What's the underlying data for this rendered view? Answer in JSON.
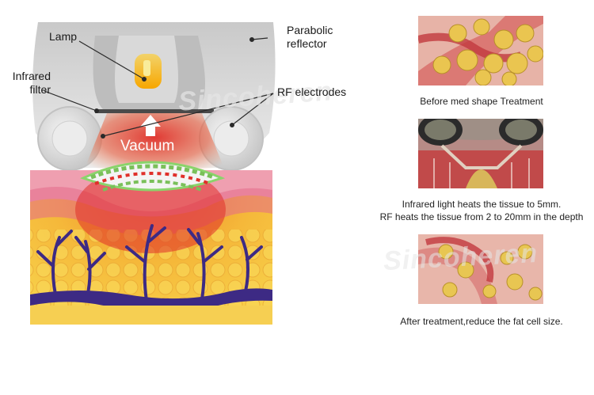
{
  "diagram": {
    "labels": {
      "lamp": "Lamp",
      "parabolic_reflector_line1": "Parabolic",
      "parabolic_reflector_line2": "reflector",
      "infrared_filter_line1": "Infrared",
      "infrared_filter_line2": "filter",
      "rf_electrodes": "RF electrodes",
      "vacuum": "Vacuum"
    },
    "watermark": "Sincoheren"
  },
  "panels": [
    {
      "caption_lines": [
        "Before med shape Treatment"
      ]
    },
    {
      "caption_lines": [
        "Infrared light heats the tissue to 5mm.",
        "RF heats the tissue from 2 to 20mm in the depth"
      ]
    },
    {
      "caption_lines": [
        "After treatment,reduce the fat cell size."
      ]
    }
  ],
  "colors": {
    "device": "#d4d4d4",
    "skin_pink": "#e98da0",
    "fat_yellow": "#f5c842",
    "vessel": "#3d2a84",
    "heat_red": "#e0302a"
  }
}
